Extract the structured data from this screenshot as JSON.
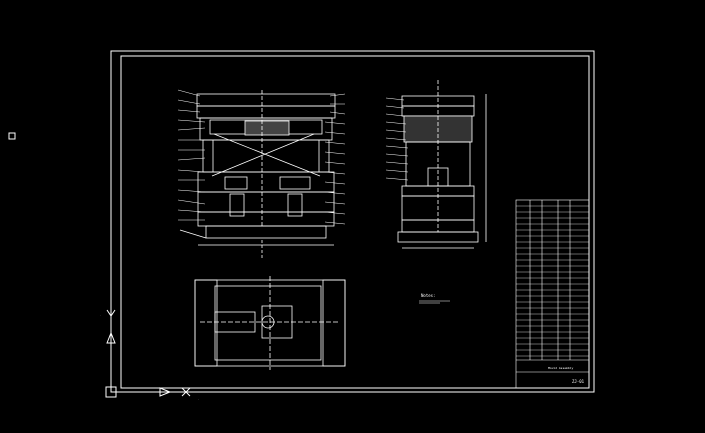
{
  "canvas": {
    "background": "#000000",
    "line_color": "#ffffff",
    "accent_color": "#00ff00"
  },
  "drawing": {
    "note_text": "Notes:",
    "title_block": {
      "drawing_no": "ZJ-01",
      "name": "Mould Assembly"
    }
  },
  "ucs": {
    "x_label": "X",
    "y_label": "Y",
    "icon": "ucs-axis-icon"
  },
  "markers": {
    "left_marker_icon": "small-square-icon"
  }
}
